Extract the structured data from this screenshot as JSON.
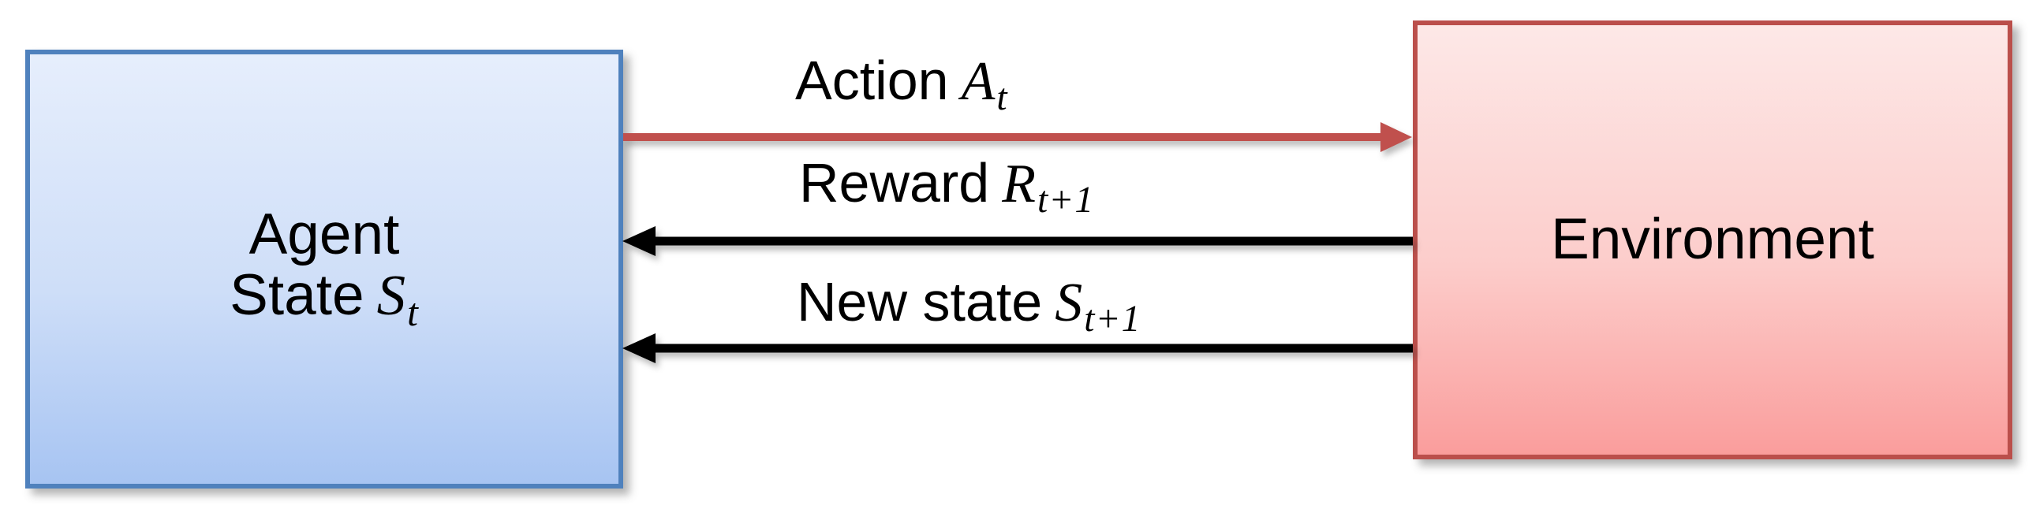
{
  "diagram": {
    "background_color": "#ffffff",
    "agent_box": {
      "line1": "Agent",
      "line2_text": "State",
      "line2_var": "S",
      "line2_sub": "t",
      "fill_top": "#e6eefc",
      "fill_bottom": "#a7c4f2",
      "border_color": "#4f81bd",
      "text_color": "#000000"
    },
    "environment_box": {
      "label": "Environment",
      "fill_top": "#fde8e7",
      "fill_bottom": "#fa9d9c",
      "border_color": "#bb4f4b",
      "text_color": "#000000"
    },
    "arrows": [
      {
        "id": "action",
        "label": "Action",
        "variable": "A",
        "subscript": "t",
        "color": "#c0504d",
        "direction": "right"
      },
      {
        "id": "reward",
        "label": "Reward",
        "variable": "R",
        "subscript": "t+1",
        "color": "#000000",
        "direction": "left"
      },
      {
        "id": "new-state",
        "label": "New state",
        "variable": "S",
        "subscript": "t+1",
        "color": "#000000",
        "direction": "left"
      }
    ]
  }
}
